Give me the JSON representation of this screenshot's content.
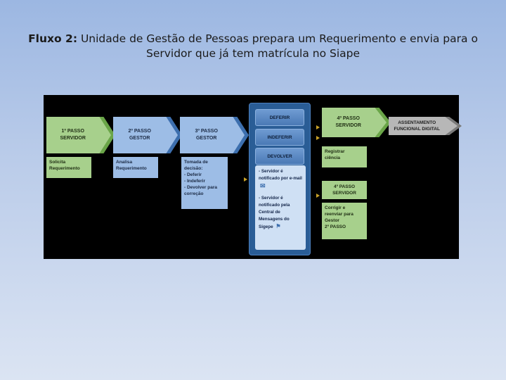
{
  "title": {
    "prefix": "Fluxo 2:",
    "text": " Unidade de Gestão de Pessoas prepara um Requerimento e envia para o Servidor que já tem matrícula no Siape"
  },
  "diagram": {
    "step1": {
      "chevron": "1º PASSO\nSERVIDOR",
      "box": "Solicita\nRequerimento"
    },
    "step2": {
      "chevron": "2º PASSO\nGESTOR",
      "box": "Analisa\nRequerimento"
    },
    "step3": {
      "chevron": "3º PASSO\nGESTOR",
      "box": "Tomada de\ndecisão:\n- Deferir\n- Indeferir\n- Devolver para\n  correção"
    },
    "decision_panel": {
      "deferir": "DEFERIR",
      "indeferir": "INDEFERIR",
      "devolver": "DEVOLVER",
      "note_email": "- Servidor é notificado por e-mail",
      "note_central": "- Servidor é notificado pela Central de Mensagens do Sigepe"
    },
    "step4a": {
      "chevron": "4º PASSO\nSERVIDOR",
      "box": "Registrar\nciência"
    },
    "final": {
      "chevron": "ASSENTAMENTO\nFUNCIONAL DIGITAL"
    },
    "step4b": {
      "header": "4º PASSO\nSERVIDOR",
      "box": "Corrigir e\nreenviar para\nGestor\n2º PASSO"
    },
    "colors": {
      "step_green": "#a7d08c",
      "step_blue": "#9dbde6",
      "panel_blue": "#2a5d96",
      "final_gray": "#b7b7b7"
    }
  }
}
